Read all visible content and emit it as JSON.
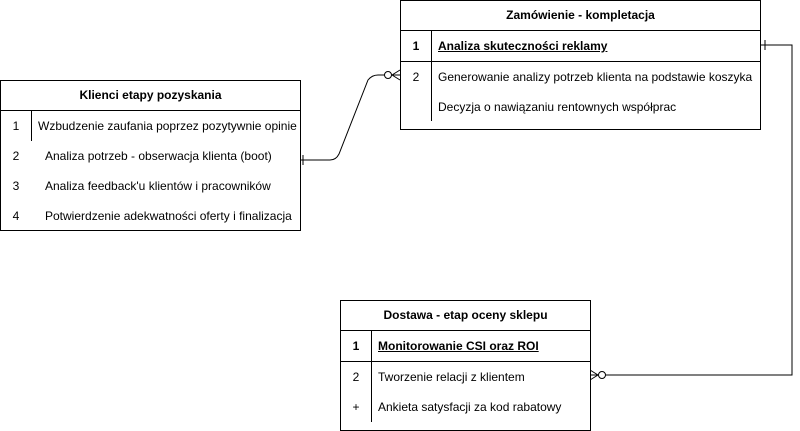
{
  "klienci": {
    "title": "Klienci etapy pozyskania",
    "rows": [
      {
        "key": "1",
        "text": "Wzbudzenie zaufania poprzez pozytywnie opinie"
      },
      {
        "key": "2",
        "text": "Analiza potrzeb - obserwacja klienta (boot)"
      },
      {
        "key": "3",
        "text": "Analiza feedback'u klientów i pracowników"
      },
      {
        "key": "4",
        "text": "Potwierdzenie  adekwatności oferty i finalizacja"
      }
    ]
  },
  "zamowienie": {
    "title": "Zamówienie - kompletacja",
    "rows": [
      {
        "key": "1",
        "text": "Analiza skuteczności reklamy"
      },
      {
        "key": "2",
        "text": "Generowanie analizy potrzeb klienta na podstawie koszyka"
      },
      {
        "key": "",
        "text": "Decyzja o nawiązaniu rentownych współprac"
      }
    ]
  },
  "dostawa": {
    "title": "Dostawa - etap oceny sklepu",
    "rows": [
      {
        "key": "1",
        "text": "Monitorowanie CSI oraz ROI"
      },
      {
        "key": "2",
        "text": "Tworzenie relacji z klientem"
      },
      {
        "key": "+",
        "text": "Ankieta satysfacji za kod rabatowy"
      }
    ]
  }
}
